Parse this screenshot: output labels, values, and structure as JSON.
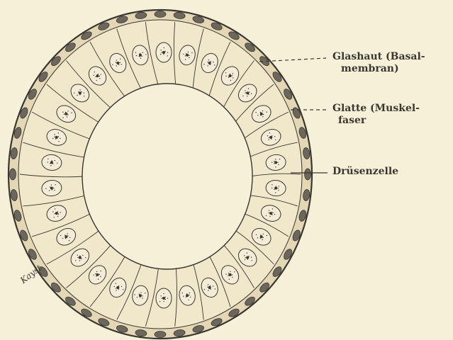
{
  "figure": {
    "labels": {
      "glashaut_line1": "Glashaut (Basal-",
      "glashaut_line2": "membran)",
      "glatte_line1": "Glatte (Muskel-",
      "glatte_line2": "faser",
      "druesenzelle": "Drüsenzelle"
    },
    "signature": "Kayst",
    "colors": {
      "paper": "#f7f0d8",
      "cell_fill": "#f1e8cc",
      "ink": "#3a3630",
      "muscle_nucleus": "#6d665c",
      "nucleus_fill": "#f4ecd6"
    },
    "structure": {
      "gland_cell_count": 30,
      "muscle_cell_count": 48
    }
  }
}
